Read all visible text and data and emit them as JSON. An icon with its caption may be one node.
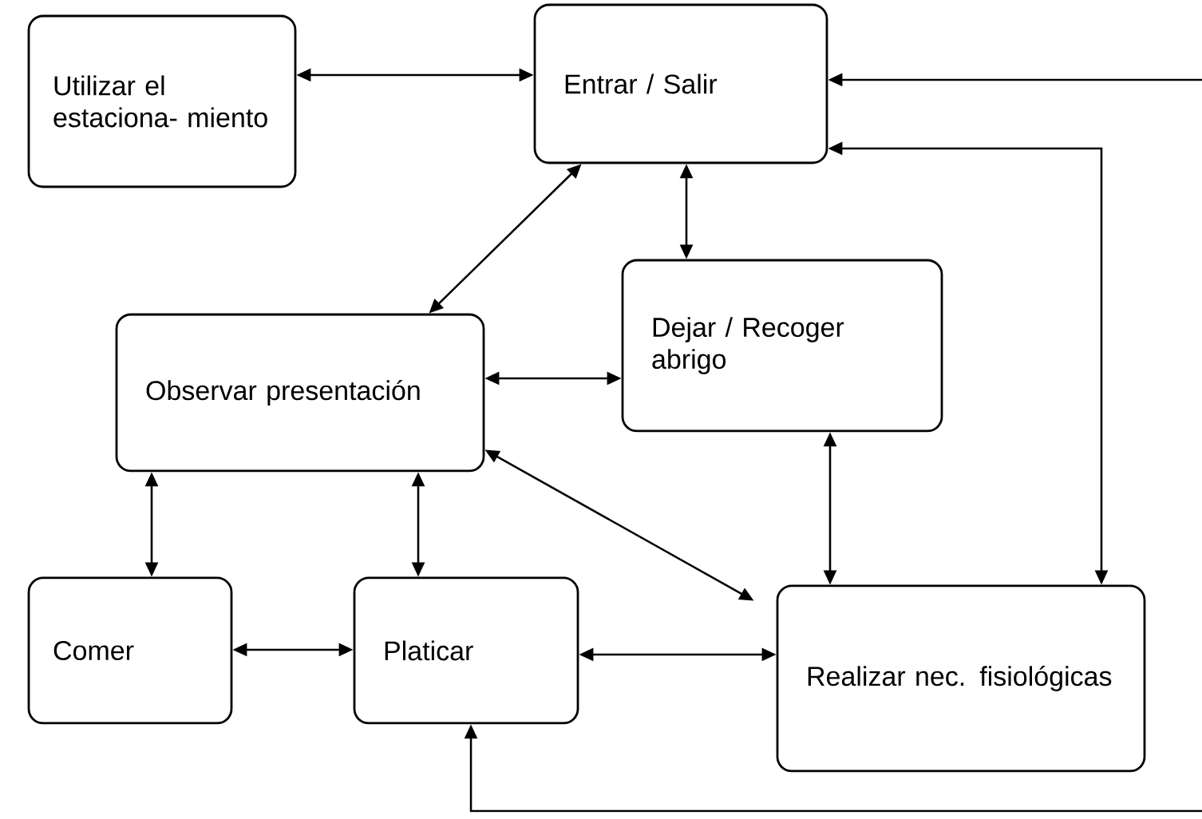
{
  "diagram": {
    "nodes": [
      {
        "text": [
          "Utilizar el estaciona- miento"
        ]
      },
      {
        "text": [
          "Entrar / Salir"
        ]
      },
      {
        "text": [
          "Dejar / Recoger abrigo"
        ]
      },
      {
        "text": [
          "Observar presentación"
        ]
      },
      {
        "text": [
          "Comer"
        ]
      },
      {
        "text": [
          "Platicar"
        ]
      },
      {
        "text": [
          "Realizar nec. fisiológicas"
        ]
      }
    ],
    "edges": [
      {
        "from": 0,
        "to": 1,
        "arrow": "both"
      },
      {
        "from": 1,
        "to": 3,
        "arrow": "both"
      },
      {
        "from": 1,
        "to": 2,
        "arrow": "both"
      },
      {
        "from": 3,
        "to": 2,
        "arrow": "both"
      },
      {
        "from": 3,
        "to": 6,
        "arrow": "both"
      },
      {
        "from": 2,
        "to": 6,
        "arrow": "both"
      },
      {
        "from": 1,
        "to": 6,
        "arrow": "both"
      },
      {
        "from": 3,
        "to": 4,
        "arrow": "both"
      },
      {
        "from": 3,
        "to": 5,
        "arrow": "both"
      },
      {
        "from": 4,
        "to": 5,
        "arrow": "both"
      },
      {
        "from": 5,
        "to": 6,
        "arrow": "both"
      },
      {
        "from": null,
        "to": 1,
        "arrow": "to"
      },
      {
        "from": null,
        "to": 5,
        "arrow": "to"
      }
    ]
  }
}
